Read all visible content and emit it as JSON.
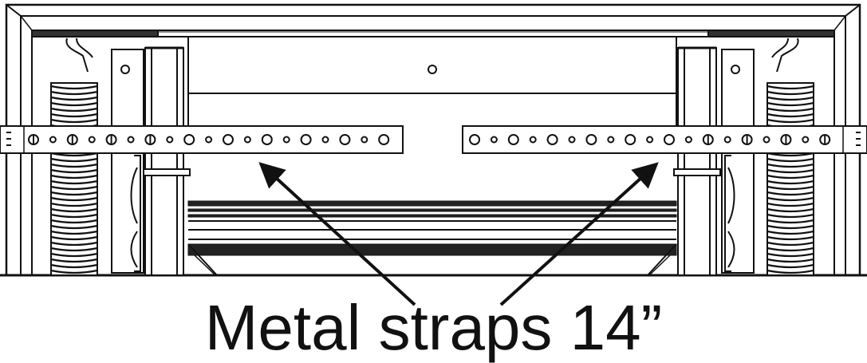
{
  "caption": "Metal straps 14”",
  "colors": {
    "ink": "#111111",
    "background": "#ffffff"
  },
  "elements": {
    "spring": "coil-spring-icon",
    "strap": "perforated-metal-strap",
    "arrow": "pointer-arrow"
  }
}
